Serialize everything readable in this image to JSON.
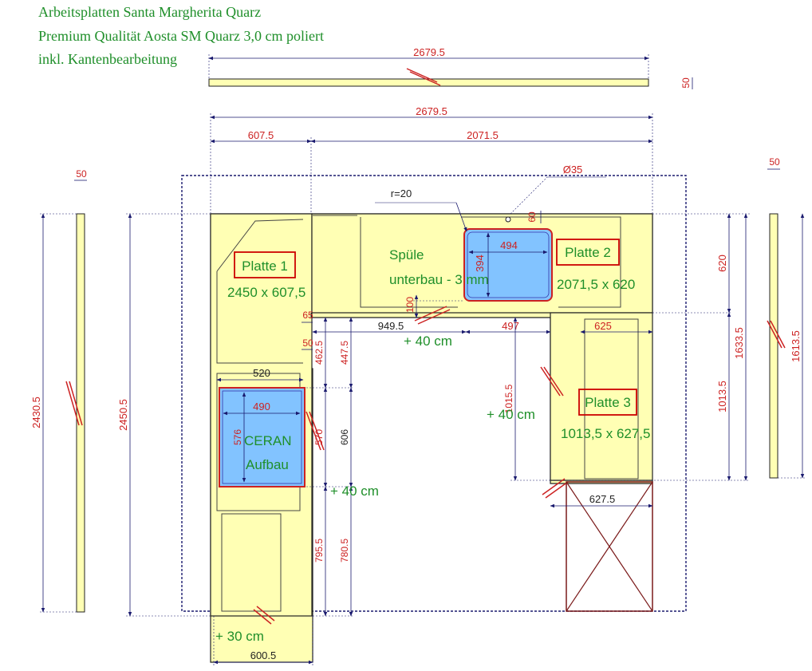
{
  "header": {
    "line1": "Arbeitsplatten Santa Margherita Quarz",
    "line2": "Premium Qualität Aosta SM Quarz 3,0 cm poliert",
    "line3": "inkl. Kantenbearbeitung"
  },
  "colors": {
    "slab_fill": "#ffffb4",
    "cutout_fill": "#82c3ff",
    "dimension": "#cc2222",
    "label_text": "#1f8f2a",
    "outline": "#1a1a6e",
    "box_border": "#cc0000",
    "appliance": "#7a1a1a"
  },
  "dimensions": {
    "top_strip_length": "2679.5",
    "top_strip_thickness": "50",
    "overall_width": "2679.5",
    "left_width": "607.5",
    "right_width": "2071.5",
    "left_strip_thickness": "50",
    "right_strip_thickness": "50",
    "left_strip_length": "2430.5",
    "right_strip_length": "1613.5",
    "left_total_depth": "2450.5",
    "sink_hole_diameter": "Ø35",
    "sink_radius": "r=20",
    "sink_offset": "60",
    "sink_width": "494",
    "sink_depth": "394",
    "sink_gap": "100",
    "right_depth": "620",
    "right_total_depth": "1633.5",
    "right_lower_depth": "1013.5",
    "inner_offset": "65",
    "inner_width": "949.5",
    "inner_offset2": "497",
    "platte3_width": "625",
    "left_upper_gap": "462.5",
    "left_upper_gap2": "447.5",
    "left_offset": "50",
    "ceran_outer_width": "520",
    "ceran_width": "490",
    "ceran_depth": "576",
    "ceran_outer_depth": "570",
    "ceran_block": "606",
    "left_lower_1": "795.5",
    "left_lower_2": "780.5",
    "platte3_depth": "1015.5",
    "bottom_right_width": "627.5",
    "bottom_left_width": "600.5"
  },
  "slabs": [
    {
      "name": "Platte 1",
      "size": "2450 x 607,5"
    },
    {
      "name": "Platte 2",
      "size": "2071,5 x 620"
    },
    {
      "name": "Platte 3",
      "size": "1013,5 x 627,5"
    }
  ],
  "labels": {
    "sink_line1": "Spüle",
    "sink_line2": "unterbau - 3 mm",
    "ceran_line1": "CERAN",
    "ceran_line2": "Aufbau",
    "extra_mid": "+ 40 cm",
    "extra_right": "+ 40 cm",
    "extra_left": "+ 40 cm",
    "extra_bottom": "+ 30 cm"
  }
}
